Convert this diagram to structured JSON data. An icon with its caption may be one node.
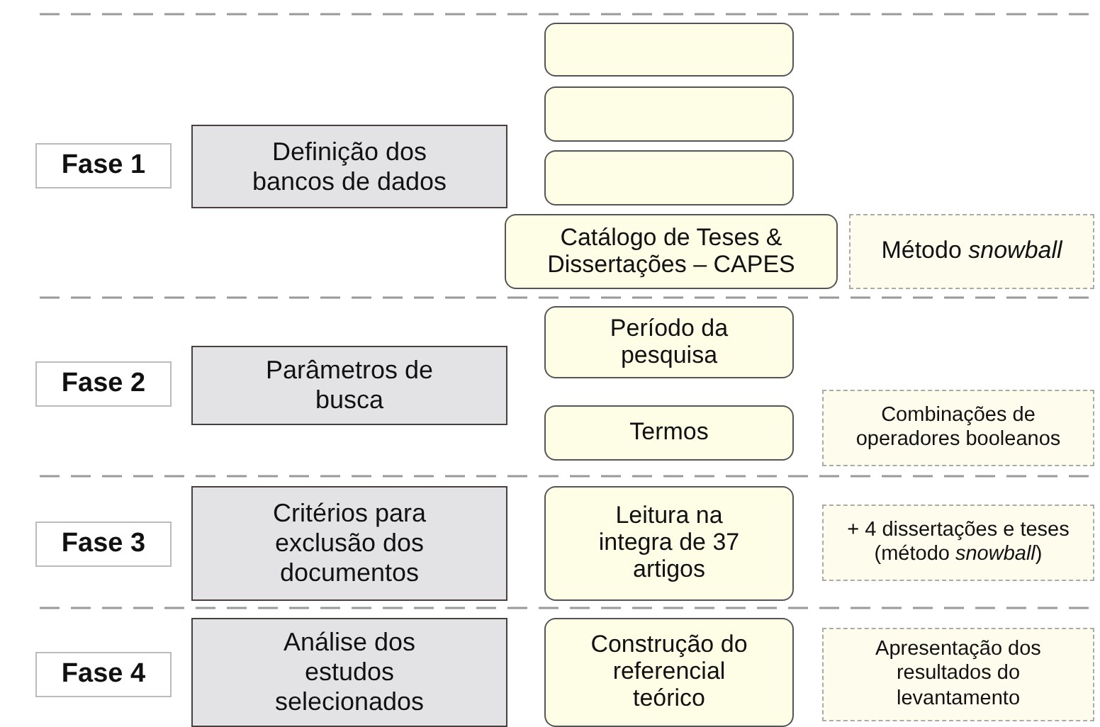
{
  "diagram": {
    "nodes": [
      {
        "text": [
          "Fase 1"
        ]
      },
      {
        "text": [
          "Definição dos bancos de dados"
        ]
      },
      {
        "text": [],
        "shape": "box"
      },
      {
        "text": [],
        "shape": "box"
      },
      {
        "text": [],
        "shape": "box"
      },
      {
        "text": [
          "Catálogo de Teses & Dissertações – CAPES"
        ]
      },
      {
        "text": [
          "Método *snowball*"
        ]
      },
      {
        "text": [
          "Fase 2"
        ]
      },
      {
        "text": [
          "Parâmetros de busca"
        ]
      },
      {
        "text": [
          "Período da pesquisa"
        ]
      },
      {
        "text": [
          "Termos"
        ]
      },
      {
        "text": [
          "Combinações de operadores booleanos"
        ]
      },
      {
        "text": [
          "Fase 3"
        ]
      },
      {
        "text": [
          "Critérios para exclusão dos documentos"
        ]
      },
      {
        "text": [
          "Leitura na integra de 37 artigos"
        ]
      },
      {
        "text": [
          "+ 4 dissertações e teses (método *snowball*)"
        ]
      },
      {
        "text": [
          "Fase 4"
        ]
      },
      {
        "text": [
          "Análise dos estudos selecionados"
        ]
      },
      {
        "text": [
          "Construção do referencial teórico"
        ]
      },
      {
        "text": [
          "Apresentação dos resultados do levantamento"
        ]
      }
    ]
  }
}
